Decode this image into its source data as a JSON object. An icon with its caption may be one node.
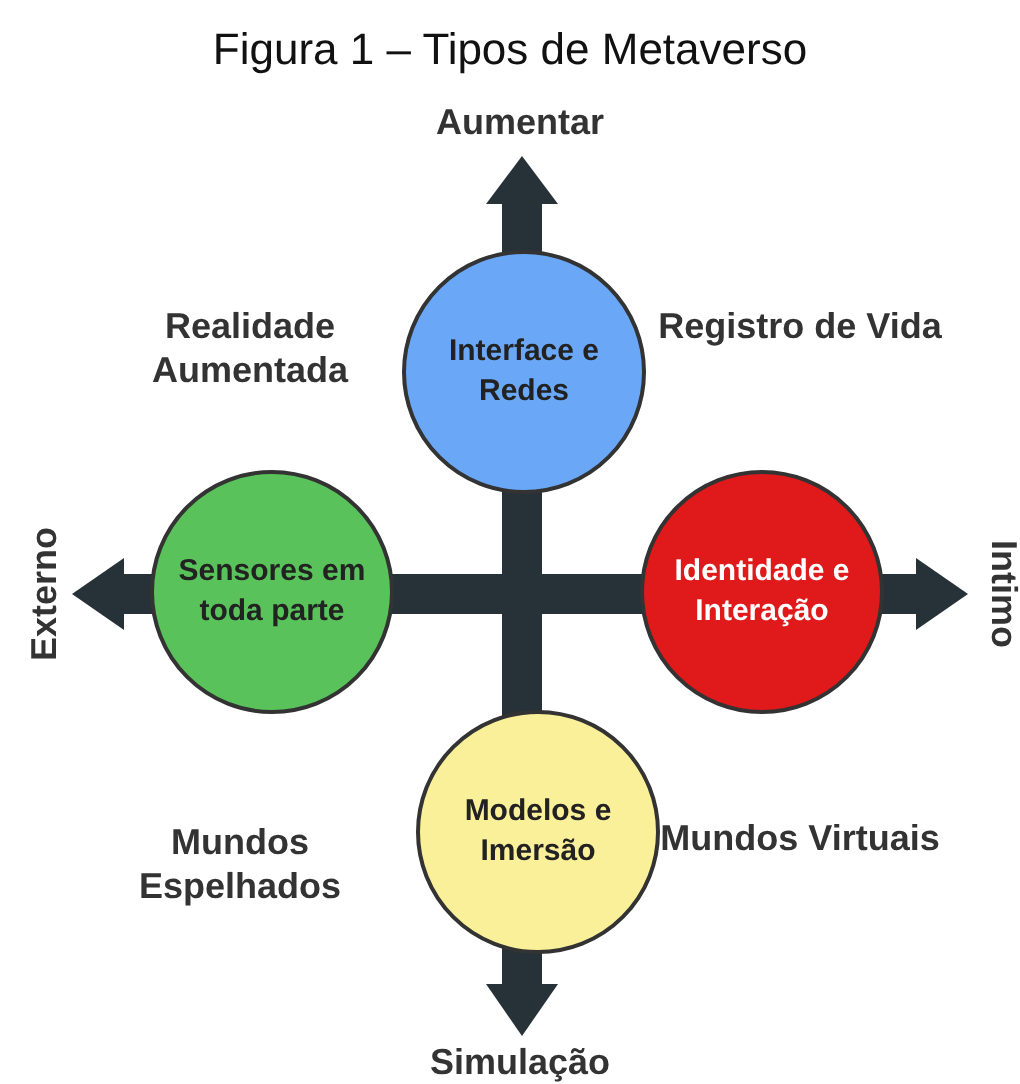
{
  "diagram": {
    "title": "Figura 1 – Tipos de Metaverso",
    "nodes": [
      {
        "text": [
          "Interface e Redes"
        ]
      },
      {
        "text": [
          "Sensores em toda parte"
        ]
      },
      {
        "text": [
          "Identidade e Interação"
        ]
      },
      {
        "text": [
          "Modelos e Imersão"
        ]
      }
    ],
    "labels": [
      "Aumentar",
      "Realidade Aumentada",
      "Registro de Vida",
      "Externo",
      "Intimo",
      "Mundos Espelhados",
      "Mundos Virtuais",
      "Simulação"
    ]
  }
}
